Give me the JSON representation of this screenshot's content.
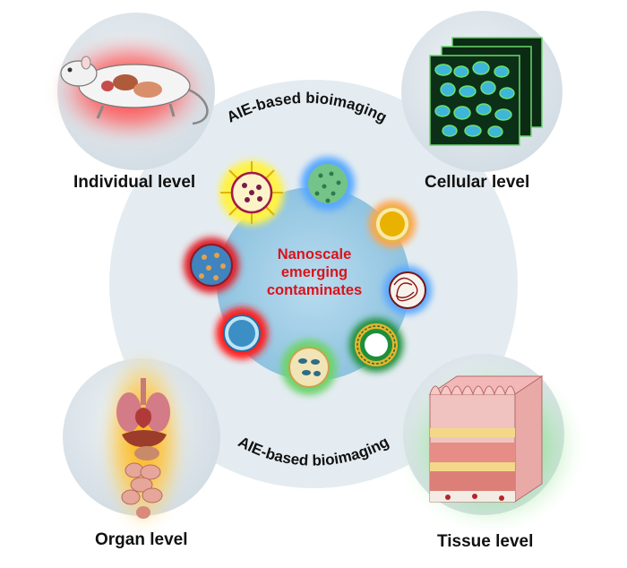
{
  "center_label": {
    "lines": [
      "Nanoscale",
      "emerging",
      "contaminates"
    ]
  },
  "arc_top_text": "AIE-based bioimaging",
  "arc_bottom_text": "AIE-based bioimaging",
  "levels": {
    "individual": "Individual level",
    "cellular": "Cellular level",
    "organ": "Organ level",
    "tissue": "Tissue level"
  },
  "colors": {
    "big_circle": "#e3edf2",
    "inner_circle": "#9fcde7",
    "center_text": "#d9141b",
    "glow_red": "#ff3b3b",
    "glow_orange": "#ffb300",
    "glow_green": "#6fdc6f",
    "level_circle": "#dfe6ec"
  },
  "particles": [
    {
      "name": "yellow-spiky-particle-icon",
      "glow": "#fff200"
    },
    {
      "name": "green-dotted-sphere-icon",
      "glow": "#4aa3ff"
    },
    {
      "name": "yellow-sphere-icon",
      "glow": "#ff9a3c"
    },
    {
      "name": "mesh-sphere-icon",
      "glow": "#5aa8ff"
    },
    {
      "name": "liposome-ring-icon",
      "glow": "#1e8c3a"
    },
    {
      "name": "micelle-particle-icon",
      "glow": "#6fd36f"
    },
    {
      "name": "blue-core-shell-icon",
      "glow": "#ff1f1f"
    },
    {
      "name": "orange-dotted-sphere-icon",
      "glow": "#e0242a"
    }
  ]
}
